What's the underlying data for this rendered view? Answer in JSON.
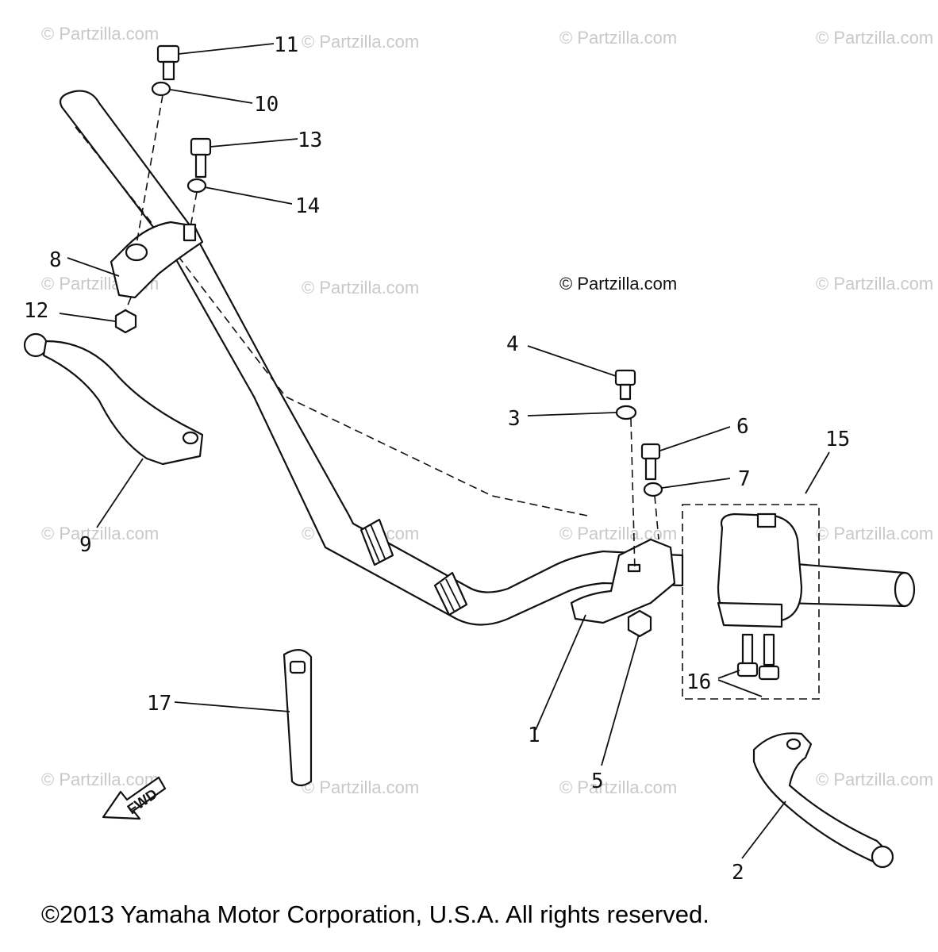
{
  "watermark": "© Partzilla.com",
  "copyright": "©2013 Yamaha Motor Corporation, U.S.A. All rights reserved.",
  "fwd_label": "FWD",
  "callouts": [
    "1",
    "2",
    "3",
    "4",
    "5",
    "6",
    "7",
    "8",
    "9",
    "10",
    "11",
    "12",
    "13",
    "14",
    "15",
    "16",
    "17"
  ]
}
